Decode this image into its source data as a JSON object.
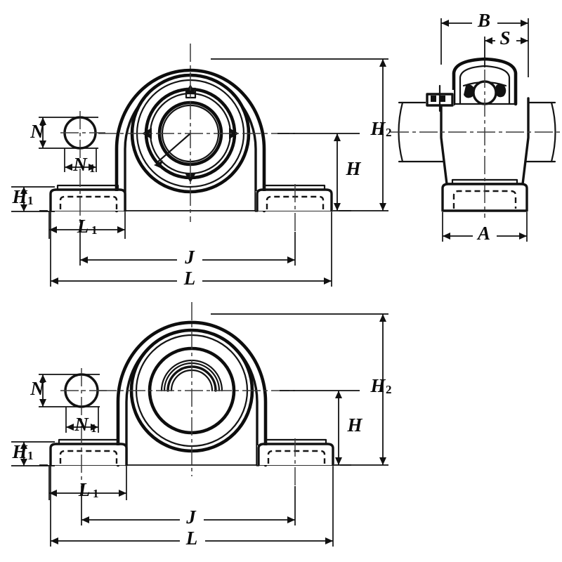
{
  "document": {
    "type": "engineering-drawing",
    "subject": "Pillow block bearing unit dimensional drawing",
    "background_color": "#ffffff",
    "line_color": "#111111",
    "views": [
      {
        "id": "top-front-view",
        "name": "Front elevation - pillow block with insert bearing",
        "description": "Pillow block housing with concentric bearing rings, two mounting feet and bolt slots"
      },
      {
        "id": "side-view",
        "name": "Side elevation - pillow block on shaft",
        "description": "Side view showing housing width, set screw and shaft passing through"
      },
      {
        "id": "bottom-front-view",
        "name": "Front elevation - pillow block alternate series",
        "description": "Second pillow block front elevation with concentric bore rings"
      }
    ]
  },
  "dimensions": {
    "top_view": [
      {
        "key": "N",
        "label": "N",
        "sub": "",
        "orientation": "vertical",
        "meaning": "bolt hole diameter / slot height"
      },
      {
        "key": "N1",
        "label": "N",
        "sub": "1",
        "orientation": "horizontal",
        "meaning": "bolt hole slot width"
      },
      {
        "key": "H1",
        "label": "H",
        "sub": "1",
        "orientation": "vertical",
        "meaning": "base height"
      },
      {
        "key": "L1",
        "label": "L",
        "sub": "1",
        "orientation": "horizontal",
        "meaning": "foot length"
      },
      {
        "key": "J",
        "label": "J",
        "sub": "",
        "orientation": "horizontal",
        "meaning": "bolt hole centre distance"
      },
      {
        "key": "L",
        "label": "L",
        "sub": "",
        "orientation": "horizontal",
        "meaning": "overall length"
      },
      {
        "key": "H",
        "label": "H",
        "sub": "",
        "orientation": "vertical",
        "meaning": "shaft centre height"
      },
      {
        "key": "H2",
        "label": "H",
        "sub": "2",
        "orientation": "vertical",
        "meaning": "overall height"
      }
    ],
    "side_view": [
      {
        "key": "B",
        "label": "B",
        "sub": "",
        "orientation": "horizontal",
        "meaning": "housing width"
      },
      {
        "key": "S",
        "label": "S",
        "sub": "",
        "orientation": "horizontal",
        "meaning": "centre to set screw face"
      },
      {
        "key": "A",
        "label": "A",
        "sub": "",
        "orientation": "horizontal",
        "meaning": "base width"
      }
    ],
    "bottom_view": [
      {
        "key": "N",
        "label": "N",
        "sub": "",
        "orientation": "vertical",
        "meaning": "bolt hole diameter / slot height"
      },
      {
        "key": "N1",
        "label": "N",
        "sub": "1",
        "orientation": "horizontal",
        "meaning": "bolt hole slot width"
      },
      {
        "key": "H1",
        "label": "H",
        "sub": "1",
        "orientation": "vertical",
        "meaning": "base height"
      },
      {
        "key": "L1",
        "label": "L",
        "sub": "1",
        "orientation": "horizontal",
        "meaning": "foot length"
      },
      {
        "key": "J",
        "label": "J",
        "sub": "",
        "orientation": "horizontal",
        "meaning": "bolt hole centre distance"
      },
      {
        "key": "L",
        "label": "L",
        "sub": "",
        "orientation": "horizontal",
        "meaning": "overall length"
      },
      {
        "key": "H",
        "label": "H",
        "sub": "",
        "orientation": "vertical",
        "meaning": "shaft centre height"
      },
      {
        "key": "H2",
        "label": "H",
        "sub": "2",
        "orientation": "vertical",
        "meaning": "overall height"
      }
    ]
  },
  "labels": {
    "N": "N",
    "N1": "N",
    "N1_sub": "1",
    "H": "H",
    "H1": "H",
    "H1_sub": "1",
    "H2": "H",
    "H2_sub": "2",
    "L": "L",
    "L1": "L",
    "L1_sub": "1",
    "J": "J",
    "A": "A",
    "B": "B",
    "S": "S"
  }
}
